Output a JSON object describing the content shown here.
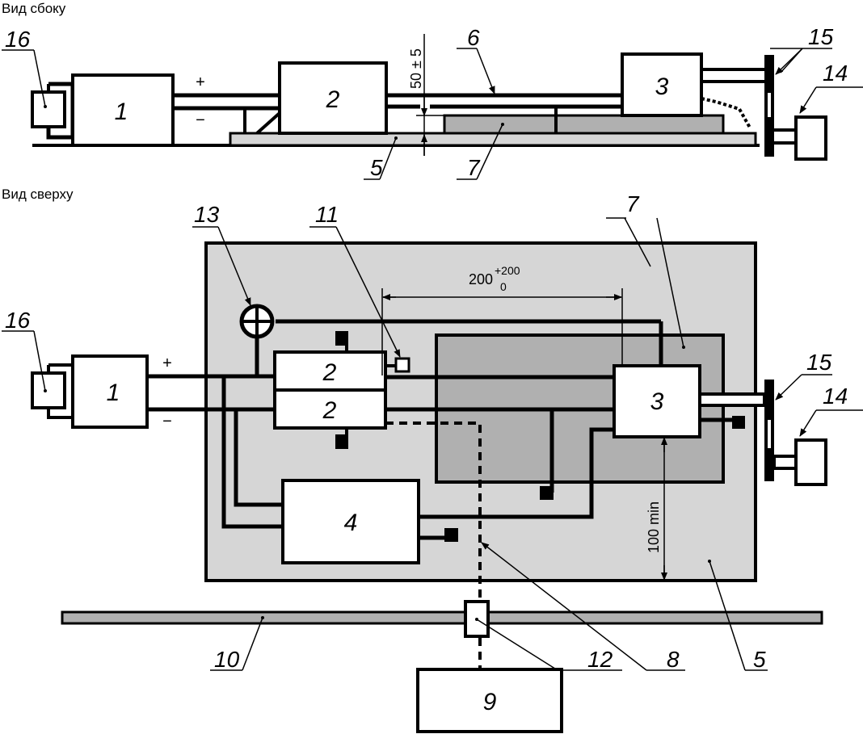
{
  "views": {
    "side_title": "Вид сбоку",
    "top_title": "Вид сверху"
  },
  "colors": {
    "platform_fill": "#d6d6d6",
    "plate_fill": "#b0b0b0",
    "line": "#000000",
    "box_fill": "#ffffff"
  },
  "components": {
    "c1": "1",
    "c2": "2",
    "c3": "3",
    "c4": "4",
    "c9": "9"
  },
  "callouts": {
    "c5": "5",
    "c6": "6",
    "c7": "7",
    "c8": "8",
    "c10": "10",
    "c11": "11",
    "c12": "12",
    "c13": "13",
    "c14": "14",
    "c15": "15",
    "c16": "16"
  },
  "polarity": {
    "plus": "+",
    "minus": "−"
  },
  "dimensions": {
    "height": "50 ± 5",
    "length_nominal": "200",
    "length_upper": "+200",
    "length_lower": "0",
    "clearance": "100 min"
  }
}
